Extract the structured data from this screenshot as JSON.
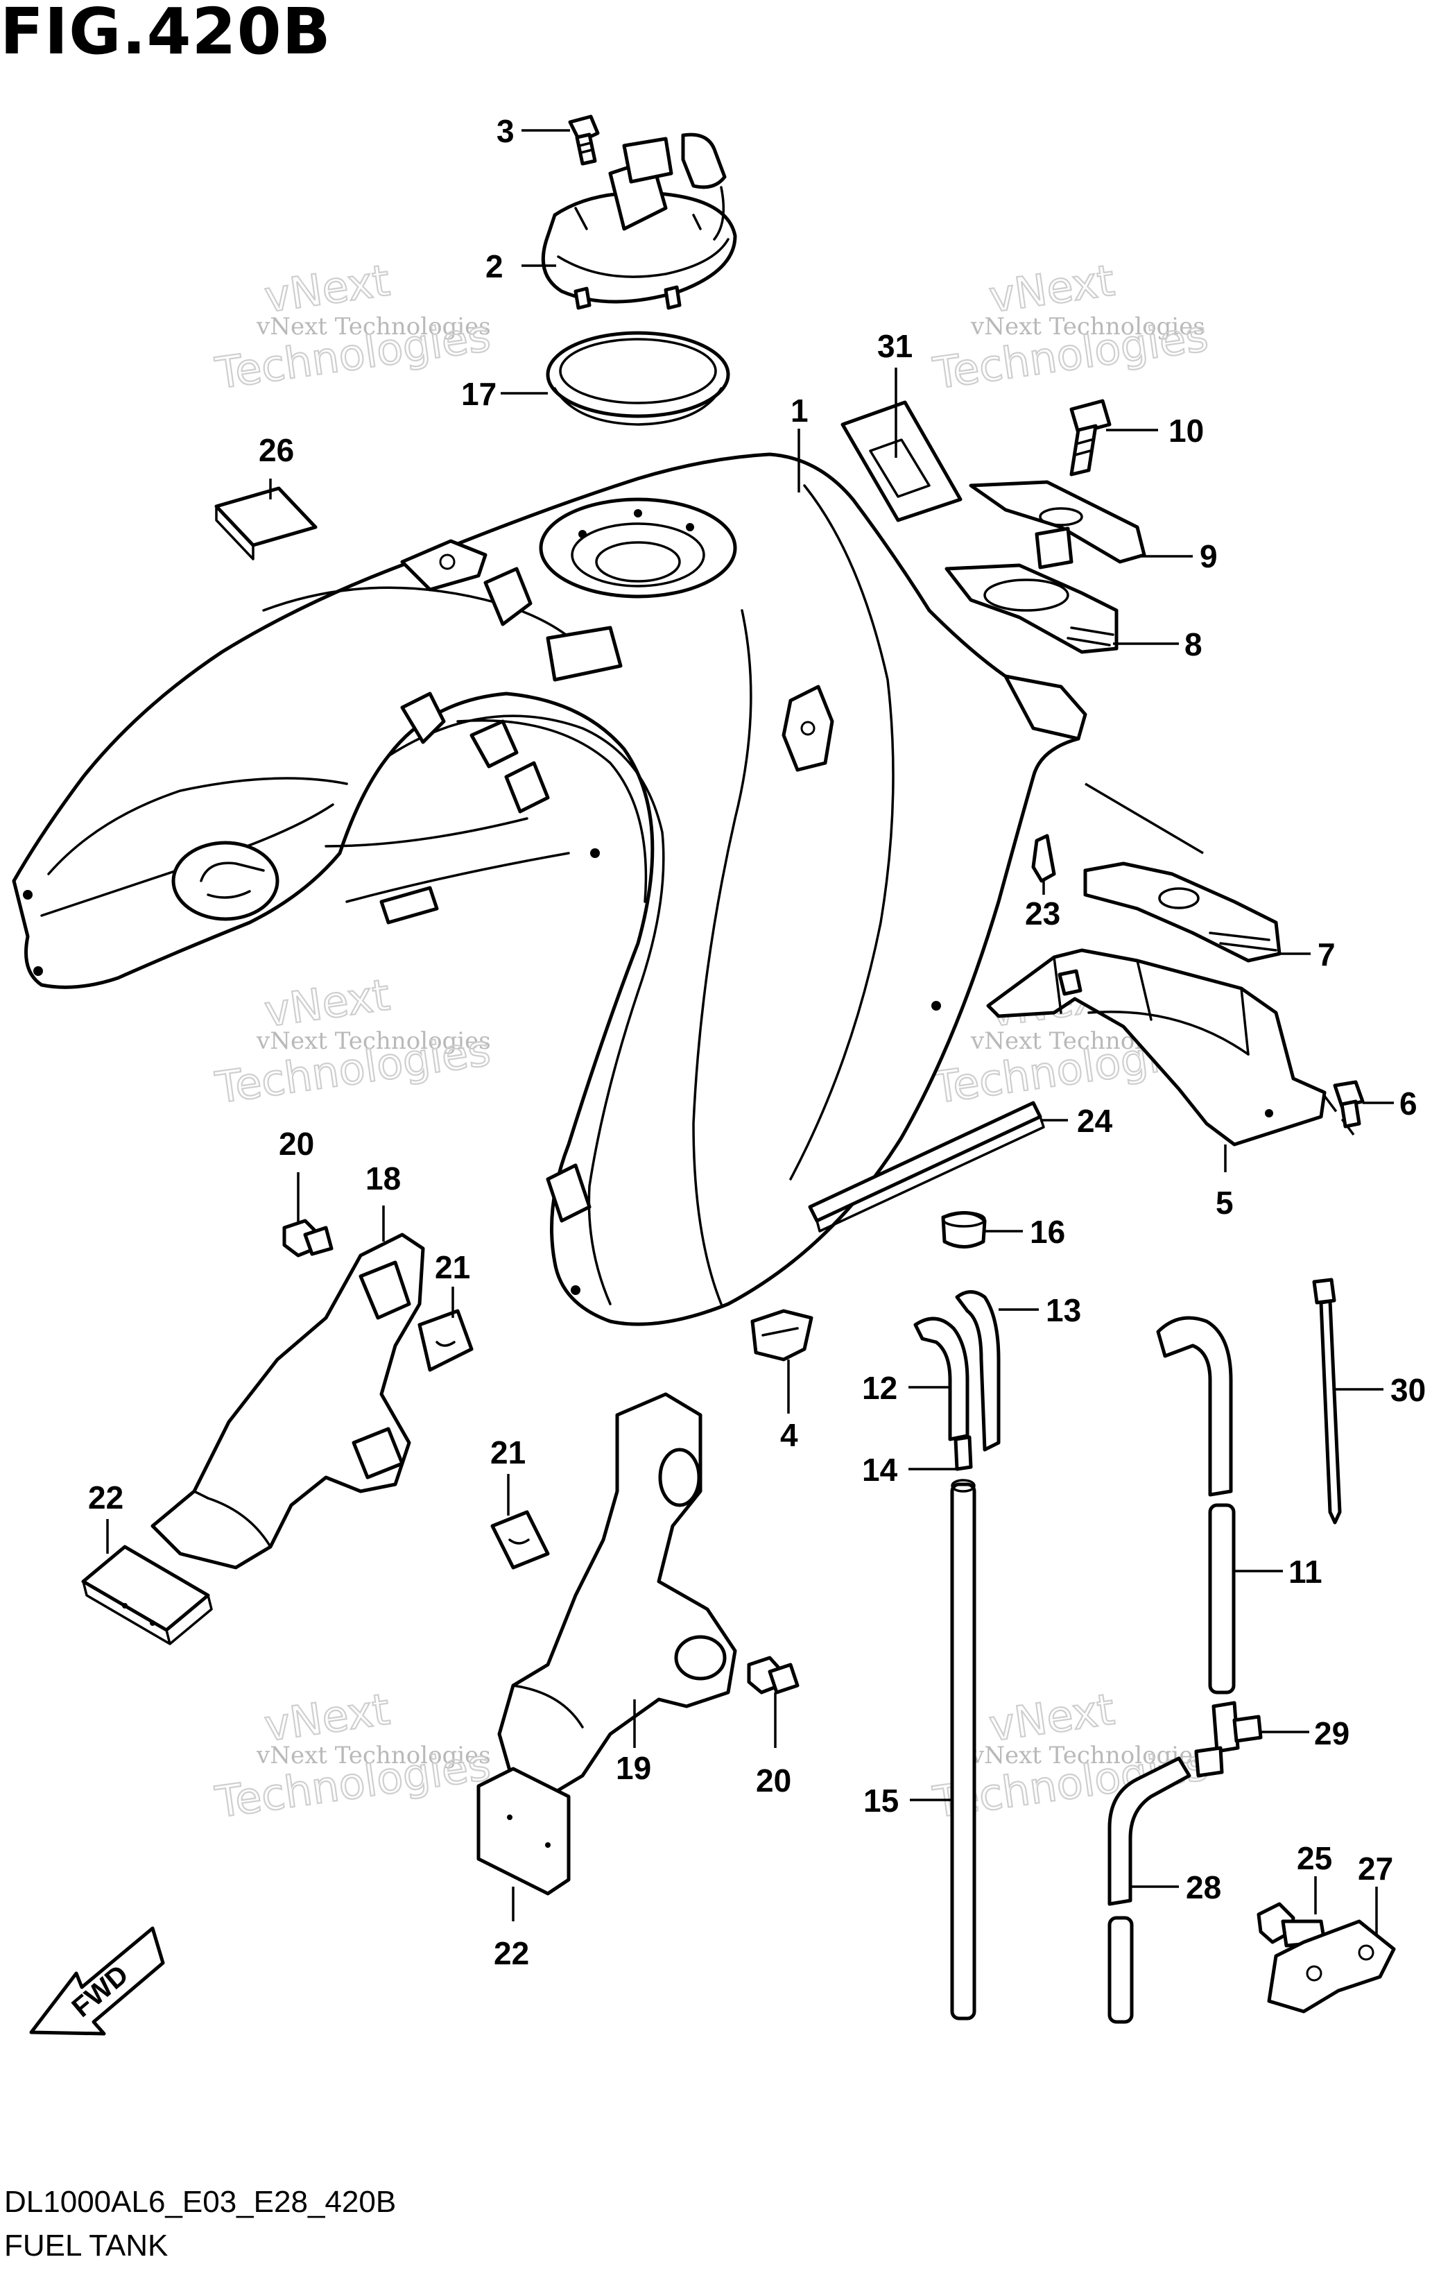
{
  "figure": {
    "title": "FIG.420B",
    "model_code": "DL1000AL6_E03_E28_420B",
    "caption": "FUEL TANK"
  },
  "watermark": {
    "small_text": "vNext Technologies",
    "big_text": "Technologies",
    "mark_text": "vNext"
  },
  "direction_marker": "FWD",
  "callouts": [
    "1",
    "2",
    "3",
    "4",
    "5",
    "6",
    "7",
    "8",
    "9",
    "10",
    "11",
    "12",
    "13",
    "14",
    "15",
    "16",
    "17",
    "18",
    "19",
    "20",
    "20",
    "21",
    "21",
    "22",
    "22",
    "23",
    "24",
    "25",
    "26",
    "27",
    "28",
    "29",
    "30",
    "31"
  ],
  "colors": {
    "line": "#000000",
    "watermark": "#c0c0c0",
    "background": "#ffffff"
  }
}
